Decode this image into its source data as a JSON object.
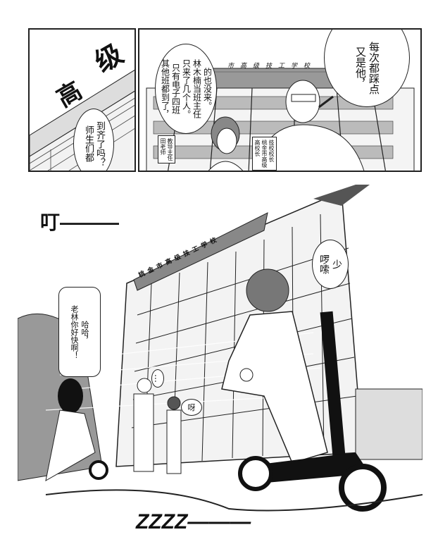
{
  "panel1": {
    "sign_chars": [
      "高",
      "级"
    ],
    "bubble_lines": [
      "师生们都",
      "到齐了吗？"
    ]
  },
  "panel2": {
    "sign_text": "市高级技工学校",
    "teacher_bubble_lines": [
      "其他班都到了，",
      "只有电子四班",
      "只来了几个人。",
      "林木楠当班主任",
      "的也没来。"
    ],
    "teacher_caption_lines": [
      "田老师",
      "教导主任"
    ],
    "principal_caption_lines": [
      "高校长",
      "桃金市高级",
      "技校校长"
    ],
    "principal_bubble_lines": [
      "又是他，",
      "每次都踩点"
    ]
  },
  "panel3": {
    "sfx_ding": "叮———",
    "sign_text": "桃金市高级技工学校",
    "rider_bubble_lines": [
      "少",
      "啰嗦"
    ],
    "girl_bubble_lines": [
      "老林你好快啊！",
      "哈哈，"
    ],
    "principal_bubble": "…",
    "teacher_bubble": "呀",
    "sfx_zzzz": "ZZZZ———"
  }
}
